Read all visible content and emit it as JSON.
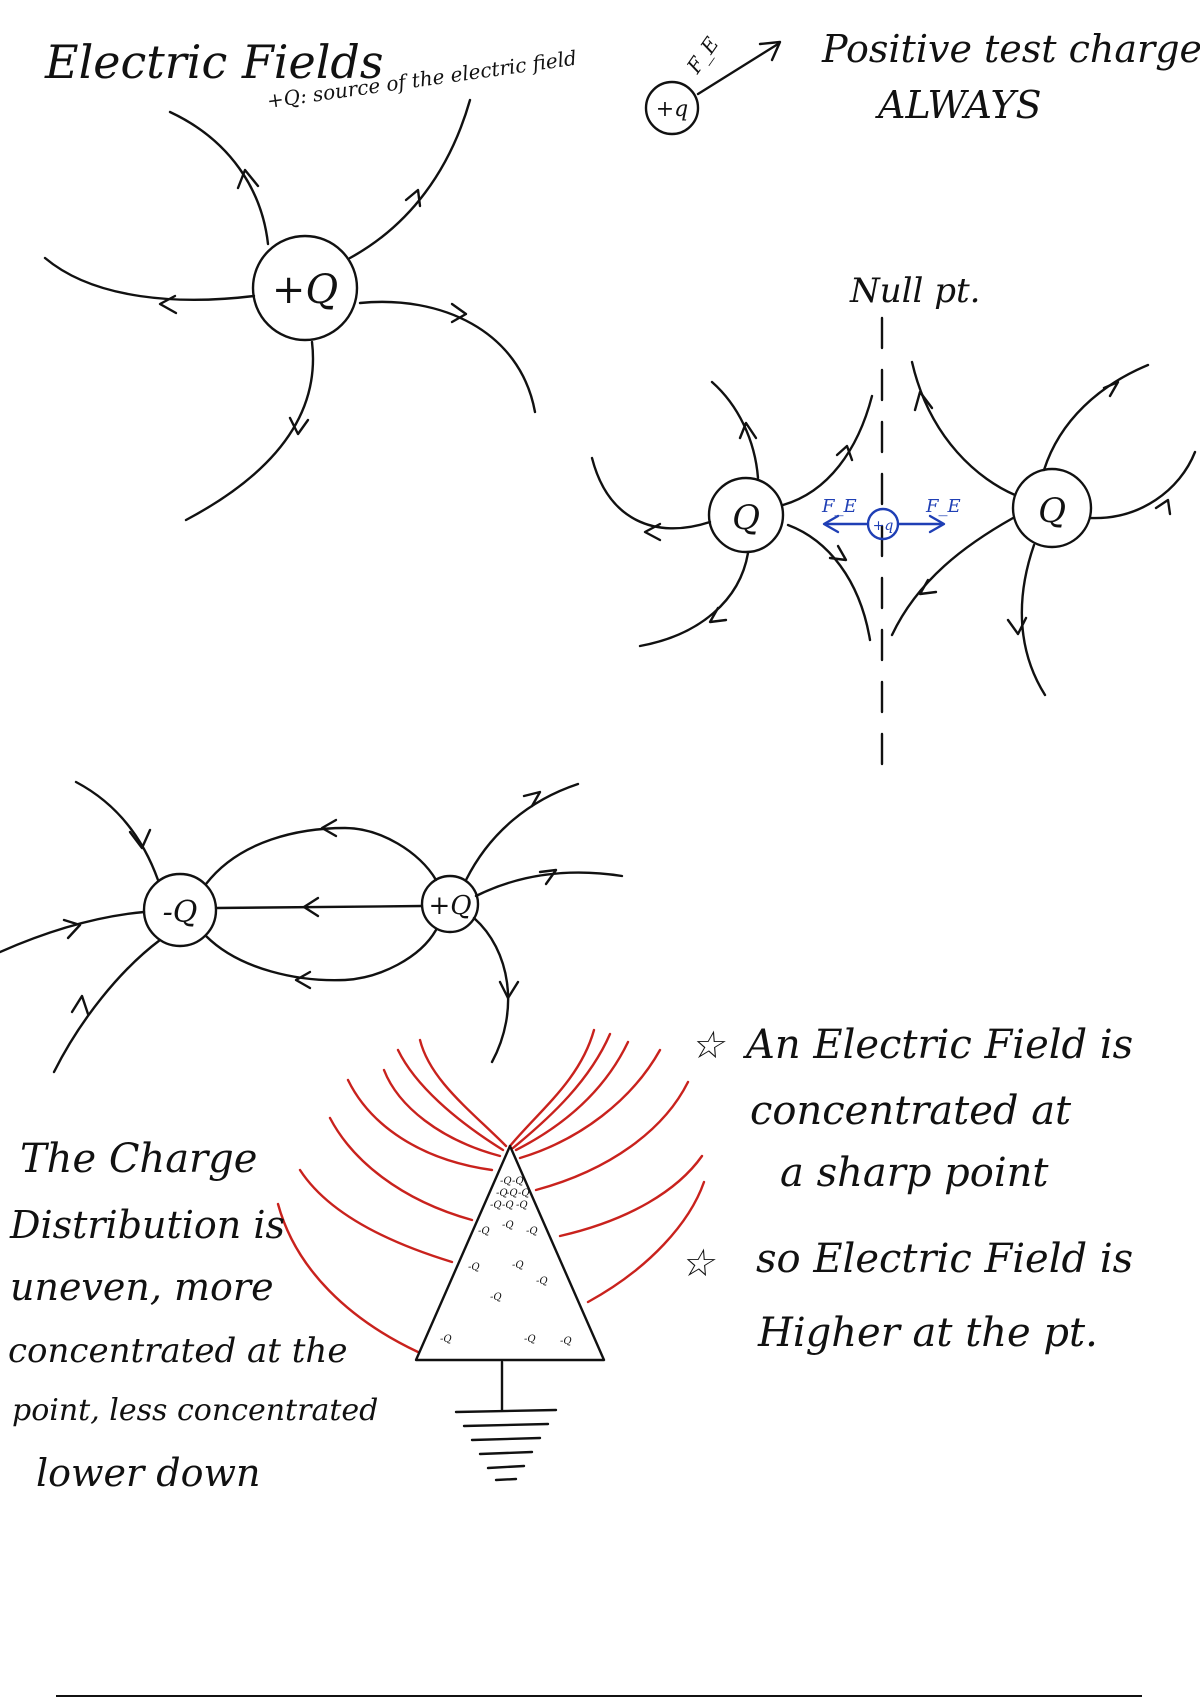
{
  "title": "Electric Fields",
  "source_note": "+Q: source of the electric field",
  "source_charge": "+Q",
  "test_charge": {
    "symbol": "+q",
    "force": "F_E",
    "note_line1": "Positive test charge",
    "note_line2": "ALWAYS"
  },
  "like_charges": {
    "null_label": "Null pt.",
    "left_charge": "Q",
    "right_charge": "Q",
    "test_symbol": "+q",
    "force_left": "F_E",
    "force_right": "F_E"
  },
  "dipole": {
    "negative": "-Q",
    "positive": "+Q"
  },
  "conductor": {
    "charge_label": "-Q",
    "description": [
      "The Charge",
      "Distribution is",
      "uneven, more",
      "concentrated at the",
      "point, less concentrated",
      "lower down"
    ]
  },
  "notes": {
    "star_1": [
      "An Electric Field is",
      "concentrated at",
      "a sharp point"
    ],
    "star_2": [
      "so Electric Field is",
      "Higher at the pt."
    ]
  },
  "colors": {
    "ink": "#111111",
    "force_blue": "#1f3fb5",
    "field_red": "#c9221d"
  }
}
